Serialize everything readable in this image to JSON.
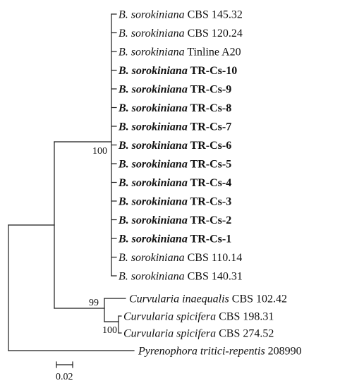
{
  "taxa": [
    {
      "genus": "B. sorokiniana",
      "strain": "CBS 145.32",
      "bold": false
    },
    {
      "genus": "B. sorokiniana",
      "strain": "CBS 120.24",
      "bold": false
    },
    {
      "genus": "B. sorokiniana",
      "strain": "Tinline A20",
      "bold": false
    },
    {
      "genus": "B. sorokiniana",
      "strain": "TR-Cs-10",
      "bold": true
    },
    {
      "genus": "B. sorokiniana",
      "strain": "TR-Cs-9",
      "bold": true
    },
    {
      "genus": "B. sorokiniana",
      "strain": "TR-Cs-8",
      "bold": true
    },
    {
      "genus": "B. sorokiniana",
      "strain": "TR-Cs-7",
      "bold": true
    },
    {
      "genus": "B. sorokiniana",
      "strain": "TR-Cs-6",
      "bold": true
    },
    {
      "genus": "B. sorokiniana",
      "strain": "TR-Cs-5",
      "bold": true
    },
    {
      "genus": "B. sorokiniana",
      "strain": "TR-Cs-4",
      "bold": true
    },
    {
      "genus": "B. sorokiniana",
      "strain": "TR-Cs-3",
      "bold": true
    },
    {
      "genus": "B. sorokiniana",
      "strain": "TR-Cs-2",
      "bold": true
    },
    {
      "genus": "B. sorokiniana",
      "strain": "TR-Cs-1",
      "bold": true
    },
    {
      "genus": "B. sorokiniana",
      "strain": "CBS 110.14",
      "bold": false
    },
    {
      "genus": "B. sorokiniana",
      "strain": "CBS 140.31",
      "bold": false
    },
    {
      "genus": "Curvularia inaequalis",
      "strain": "CBS 102.42",
      "bold": false
    },
    {
      "genus": "Curvularia spicifera",
      "strain": "CBS 198.31",
      "bold": false
    },
    {
      "genus": "Curvularia spicifera",
      "strain": "CBS 274.52",
      "bold": false
    },
    {
      "genus": "Pyrenophora tritici-repentis",
      "strain": "208990",
      "bold": false
    }
  ],
  "support_values": {
    "bipolaris_clade": "100",
    "curvularia_clade": "99",
    "spicifera_clade": "100"
  },
  "scale_bar": {
    "label": "0.02"
  }
}
